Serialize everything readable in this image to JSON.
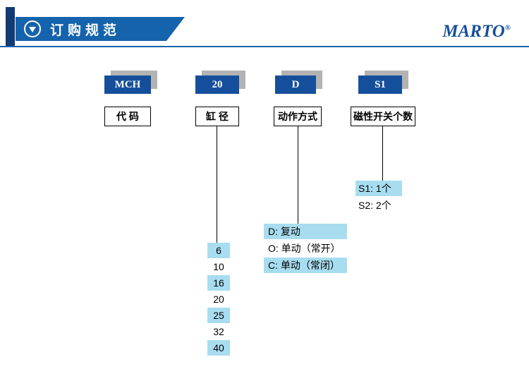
{
  "header": {
    "title": "订购规范",
    "brand": "MARTO",
    "brand_reg": "®"
  },
  "model": {
    "segments": [
      {
        "code": "MCH",
        "label": "代 码"
      },
      {
        "code": "20",
        "label": "缸 径"
      },
      {
        "code": "D",
        "label": "动作方式"
      },
      {
        "code": "S1",
        "label": "磁性开关个数"
      }
    ]
  },
  "bore_options": {
    "items": [
      {
        "text": "6",
        "highlight": true
      },
      {
        "text": "10",
        "highlight": false
      },
      {
        "text": "16",
        "highlight": true
      },
      {
        "text": "20",
        "highlight": false
      },
      {
        "text": "25",
        "highlight": true
      },
      {
        "text": "32",
        "highlight": false
      },
      {
        "text": "40",
        "highlight": true
      }
    ]
  },
  "action_options": {
    "items": [
      {
        "text": "D: 复动",
        "highlight": true
      },
      {
        "text": "O: 单动（常开）",
        "highlight": false
      },
      {
        "text": "C: 单动（常闭）",
        "highlight": true
      }
    ]
  },
  "switch_options": {
    "items": [
      {
        "text": "S1: 1个",
        "highlight": true
      },
      {
        "text": "S2: 2个",
        "highlight": false
      }
    ]
  },
  "colors": {
    "header_blue": "#1563ac",
    "box_blue": "#154f9c",
    "highlight_blue": "#a8ddf0",
    "shadow_gray": "#b3b3b3",
    "brand_blue": "#164f9c",
    "corner_bar_navy": "#123a74"
  }
}
